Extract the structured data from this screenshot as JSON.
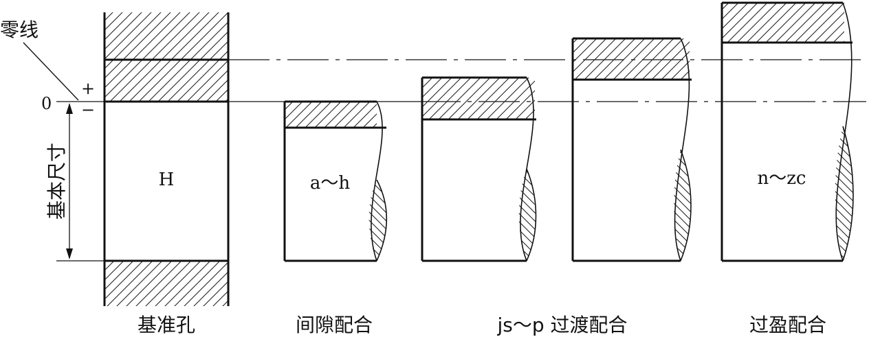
{
  "diagram": {
    "zero_line_label": "零线",
    "zero_label": "0",
    "plus_label": "+",
    "minus_label": "−",
    "basic_size_label": "基本尺寸",
    "hole": {
      "inner_label": "H",
      "caption": "基准孔"
    },
    "clearance_fit": {
      "inner_label": "a～h",
      "caption": "间隙配合"
    },
    "transition_fit": {
      "caption": "js～p 过渡配合"
    },
    "interference_fit": {
      "inner_label": "n～zc",
      "caption": "过盈配合"
    }
  }
}
